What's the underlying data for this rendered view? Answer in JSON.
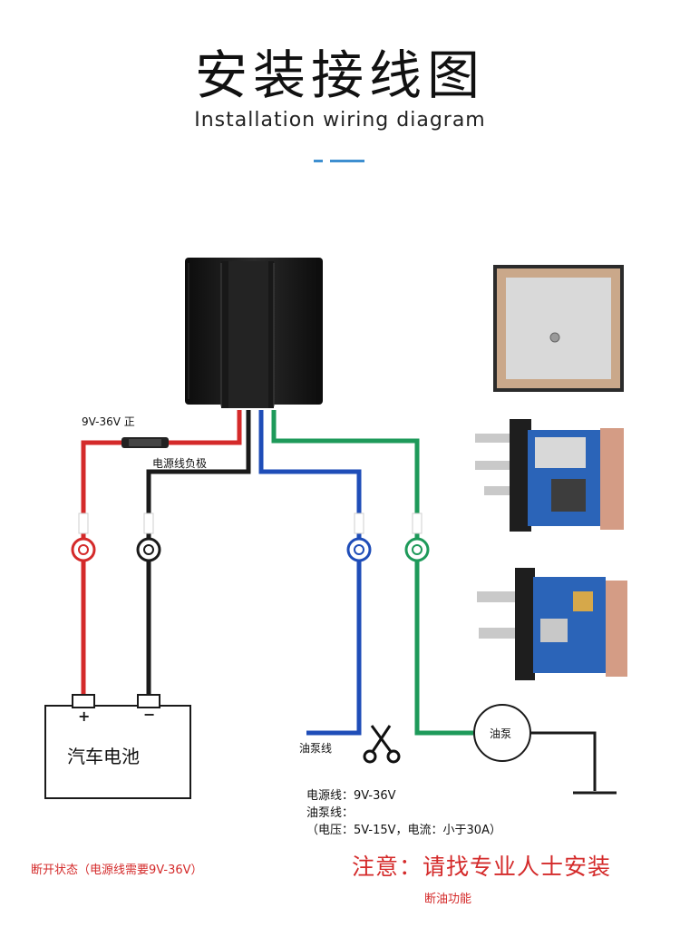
{
  "header": {
    "title_zh": "安装接线图",
    "title_en": "Installation wiring diagram"
  },
  "labels": {
    "positive": "9V-36V 正",
    "negative": "电源线负极",
    "battery": "汽车电池",
    "battery_plus": "+",
    "battery_minus": "−",
    "pump_wire": "油泵线",
    "pump": "油泵"
  },
  "specs": {
    "power_line": "电源线：9V-36V",
    "pump_line": "油泵线：",
    "pump_detail": "（电压：5V-15V，电流：小于30A）"
  },
  "footer": {
    "state": "断开状态（电源线需要9V-36V）",
    "notice": "注意：请找专业人士安装",
    "function": "断油功能"
  },
  "colors": {
    "red_wire": "#d42a2a",
    "black_wire": "#1a1a1a",
    "blue_wire": "#1f4db8",
    "green_wire": "#1e9a5a",
    "accent": "#3e8fd0"
  },
  "icons": [
    "scissors-icon",
    "ground-symbol",
    "fuse-icon"
  ]
}
